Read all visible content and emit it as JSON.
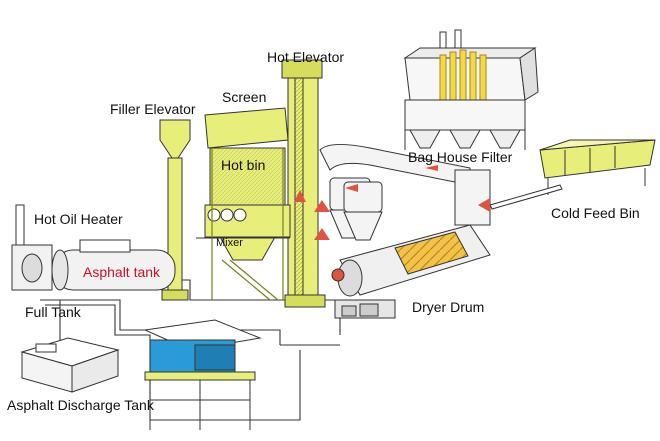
{
  "labels": {
    "hot_elevator": "Hot Elevator",
    "screen": "Screen",
    "filler_elevator": "Filler Elevator",
    "hot_bin": "Hot bin",
    "bag_house_filter": "Bag House Filter",
    "cold_feed_bin": "Cold Feed Bin",
    "hot_oil_heater": "Hot Oil Heater",
    "asphalt_tank": "Asphalt tank",
    "mixer": "Mixer",
    "full_tank": "Full Tank",
    "dryer_drum": "Dryer Drum",
    "asphalt_discharge_tank": "Asphalt Discharge Tank"
  },
  "colors": {
    "structure": "#e8ee7a",
    "structure_dark": "#c9cf55",
    "outline": "#333333",
    "duct": "#f2f2f2",
    "flow_arrow": "#e0533f",
    "flame": "#f4b400",
    "tank_blue": "#2a9bd6",
    "label_accent": "#c8102e"
  }
}
